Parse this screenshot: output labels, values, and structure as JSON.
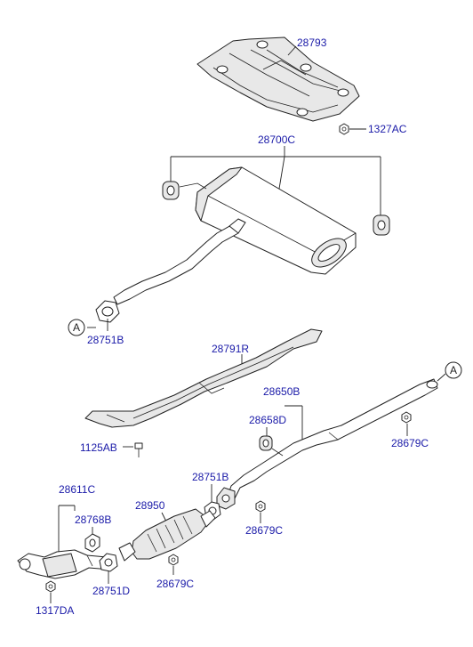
{
  "labels": {
    "p28793": "28793",
    "p1327AC": "1327AC",
    "p28700C": "28700C",
    "p28751B_top": "28751B",
    "p28791R": "28791R",
    "p28650B": "28650B",
    "p28658D": "28658D",
    "p28679C_right": "28679C",
    "p1125AB": "1125AB",
    "p28611C": "28611C",
    "p28768B": "28768B",
    "p28950": "28950",
    "p28751B_mid": "28751B",
    "p28679C_mid": "28679C",
    "p28679C_bottom": "28679C",
    "p28751D": "28751D",
    "p1317DA": "1317DA"
  },
  "refs": {
    "circle_a_left": "A",
    "circle_a_right": "A"
  },
  "colors": {
    "callout_text": "#1a1aa8",
    "line": "#222222"
  }
}
